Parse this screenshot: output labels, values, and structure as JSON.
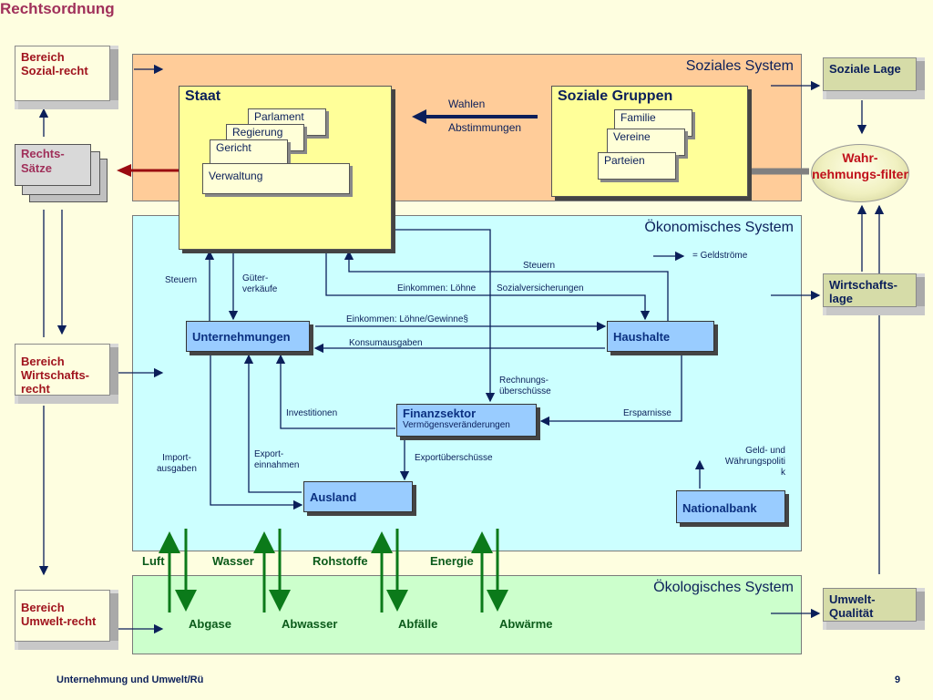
{
  "title": "Rechtsordnung",
  "left_boxes": {
    "sozial": "Bereich Sozial-recht",
    "rechtssaetze": "Rechts-Sätze",
    "wirtschaft": "Bereich Wirtschafts-recht",
    "umwelt": "Bereich Umwelt-recht"
  },
  "right_boxes": {
    "soziale_lage": "Soziale Lage",
    "filter": "Wahr-nehmungs-filter",
    "wirtschaftslage": "Wirtschafts-lage",
    "umweltqualitaet": "Umwelt-Qualität"
  },
  "systems": {
    "sozial": "Soziales System",
    "oekonomisch": "Ökonomisches System",
    "oekologisch": "Ökologisches System"
  },
  "staat": {
    "title": "Staat",
    "items": [
      "Parlament",
      "Regierung",
      "Gericht",
      "Verwaltung"
    ]
  },
  "wahlen": {
    "line1": "Wahlen",
    "line2": "Abstimmungen"
  },
  "soziale_gruppen": {
    "title": "Soziale Gruppen",
    "items": [
      "Familie",
      "Vereine",
      "Parteien"
    ]
  },
  "economy": {
    "legend": "= Geldströme",
    "unternehmungen": "Unternehmungen",
    "haushalte": "Haushalte",
    "finanzsektor_title": "Finanzsektor",
    "finanzsektor_sub": "Vermögensveränderungen",
    "ausland": "Ausland",
    "nationalbank": "Nationalbank",
    "steuern_left": "Steuern",
    "gueter": "Güter-\nverkäufe",
    "steuern_right": "Steuern",
    "einkommen_loehne": "Einkommen: Löhne",
    "sozialversicherungen": "Sozialversicherungen",
    "einkommen_gewinne": "Einkommen: Löhne/Gewinne§",
    "konsumausgaben": "Konsumausgaben",
    "rechnungs": "Rechnungs-\nüberschüsse",
    "investitionen": "Investitionen",
    "ersparnisse": "Ersparnisse",
    "import": "Import-\nausgaben",
    "export_einnahmen": "Export-\neinnahmen",
    "exportueberschuesse": "Exportüberschüsse",
    "geld": "Geld- und\nWährungspoliti\nk"
  },
  "resources_in": [
    "Luft",
    "Wasser",
    "Rohstoffe",
    "Energie"
  ],
  "resources_out": [
    "Abgase",
    "Abwasser",
    "Abfälle",
    "Abwärme"
  ],
  "footer": {
    "left": "Unternehmung und Umwelt/Rü",
    "page": "9"
  },
  "colors": {
    "background": "#fefee0",
    "social_system": "#ffcc99",
    "economic_system": "#ccffff",
    "ecological_system": "#ccffcc",
    "arrow_blue": "#0b1f5a",
    "arrow_green": "#0b7a1a",
    "arrow_red": "#9a0a10",
    "arrow_gray": "#808080"
  }
}
